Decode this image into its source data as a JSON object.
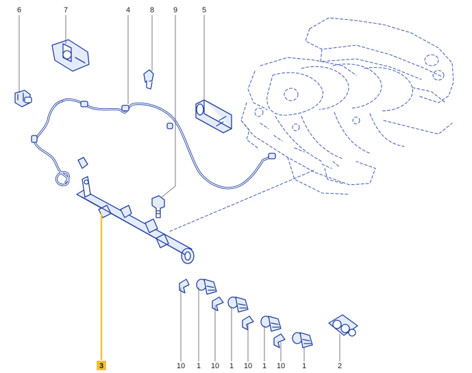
{
  "diagram": {
    "callouts": [
      {
        "id": "c6",
        "label": "6"
      },
      {
        "id": "c7",
        "label": "7"
      },
      {
        "id": "c4",
        "label": "4"
      },
      {
        "id": "c8",
        "label": "8"
      },
      {
        "id": "c9",
        "label": "9"
      },
      {
        "id": "c5",
        "label": "5"
      },
      {
        "id": "c10a",
        "label": "10"
      },
      {
        "id": "c1a",
        "label": "1"
      },
      {
        "id": "c10b",
        "label": "10"
      },
      {
        "id": "c1b",
        "label": "1"
      },
      {
        "id": "c10c",
        "label": "10"
      },
      {
        "id": "c1c",
        "label": "1"
      },
      {
        "id": "c10d",
        "label": "10"
      },
      {
        "id": "c1d",
        "label": "1"
      },
      {
        "id": "c2",
        "label": "2"
      },
      {
        "id": "c3",
        "label": "3"
      }
    ],
    "highlighted_callout": "3",
    "colors": {
      "line_art": "#1f3f9e",
      "highlight": "#f2c230",
      "label_text": "#1a1a1a"
    }
  }
}
